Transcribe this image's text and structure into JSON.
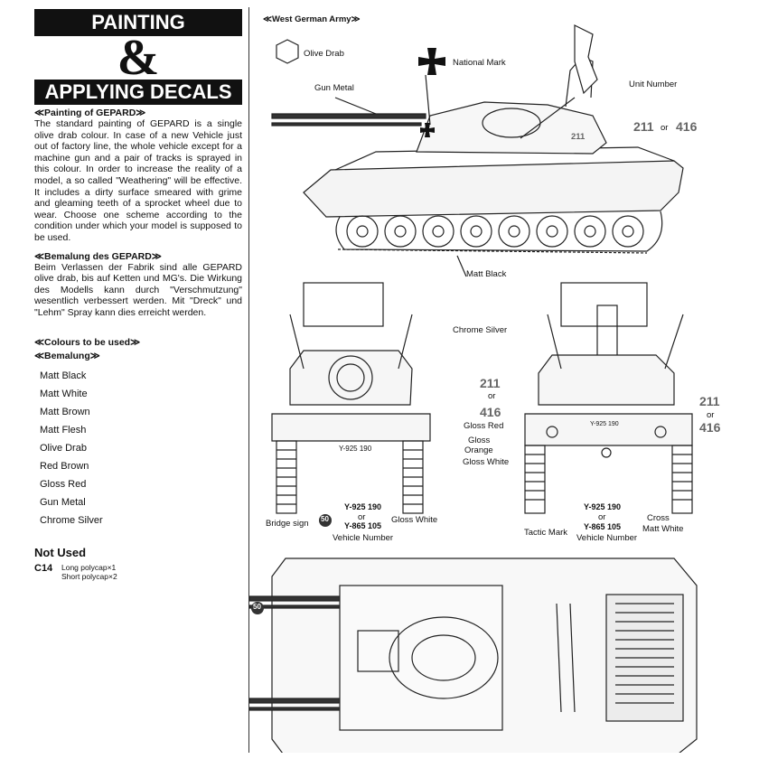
{
  "banner": {
    "line1": "PAINTING",
    "amp": "&",
    "line2": "APPLYING DECALS"
  },
  "painting_en": {
    "title": "≪Painting of GEPARD≫",
    "text": "The standard painting of GEPARD is a single olive drab colour. In case of a new Vehicle just out of factory line, the whole vehicle except for a machine gun and a pair of tracks is sprayed in this colour. In order to increase the reality of a model, a so called \"Weathering\" will be effective. It includes a dirty surface smeared with grime and gleaming teeth of a sprocket wheel due to wear. Choose one scheme according to the condition under which your model is supposed to be used."
  },
  "painting_de": {
    "title": "≪Bemalung des GEPARD≫",
    "text": "Beim Verlassen der Fabrik sind alle GEPARD olive drab, bis auf Ketten und MG's. Die Wirkung des Modells kann durch \"Verschmutzung\" wesentlich verbessert werden. Mit \"Dreck\" und \"Lehm\" Spray kann dies erreicht werden."
  },
  "colours": {
    "title_en": "≪Colours to be used≫",
    "title_de": "≪Bemalung≫",
    "items": [
      "Matt Black",
      "Matt White",
      "Matt Brown",
      "Matt Flesh",
      "Olive Drab",
      "Red Brown",
      "Gloss Red",
      "Gun Metal",
      "Chrome Silver"
    ]
  },
  "not_used": {
    "title": "Not Used",
    "code": "C14",
    "line1": "Long polycap×1",
    "line2": "Short polycap×2"
  },
  "diagram": {
    "army": "≪West German Army≫",
    "olive_drab": "Olive Drab",
    "national_mark": "National Mark",
    "gun_metal": "Gun Metal",
    "unit_number": "Unit Number",
    "unit_211": "211",
    "or": "or",
    "unit_416": "416",
    "turret_211": "211",
    "matt_black": "Matt Black",
    "chrome_silver": "Chrome Silver",
    "gloss_white": "Gloss White",
    "bridge_sign": "Bridge sign",
    "bridge_num": "50",
    "vehicle_number": "Vehicle Number",
    "plate_front": "Y-925 190",
    "plate_a": "Y-925 190",
    "plate_b": "Y-865 105",
    "gloss_red": "Gloss Red",
    "gloss_orange": "Gloss\nOrange",
    "gloss_orange_1": "Gloss",
    "gloss_orange_2": "Orange",
    "cross": "Cross",
    "matt_white": "Matt White",
    "tactic_mark": "Tactic Mark",
    "rear_plate": "Y-925 190",
    "top_bridge": "50"
  }
}
